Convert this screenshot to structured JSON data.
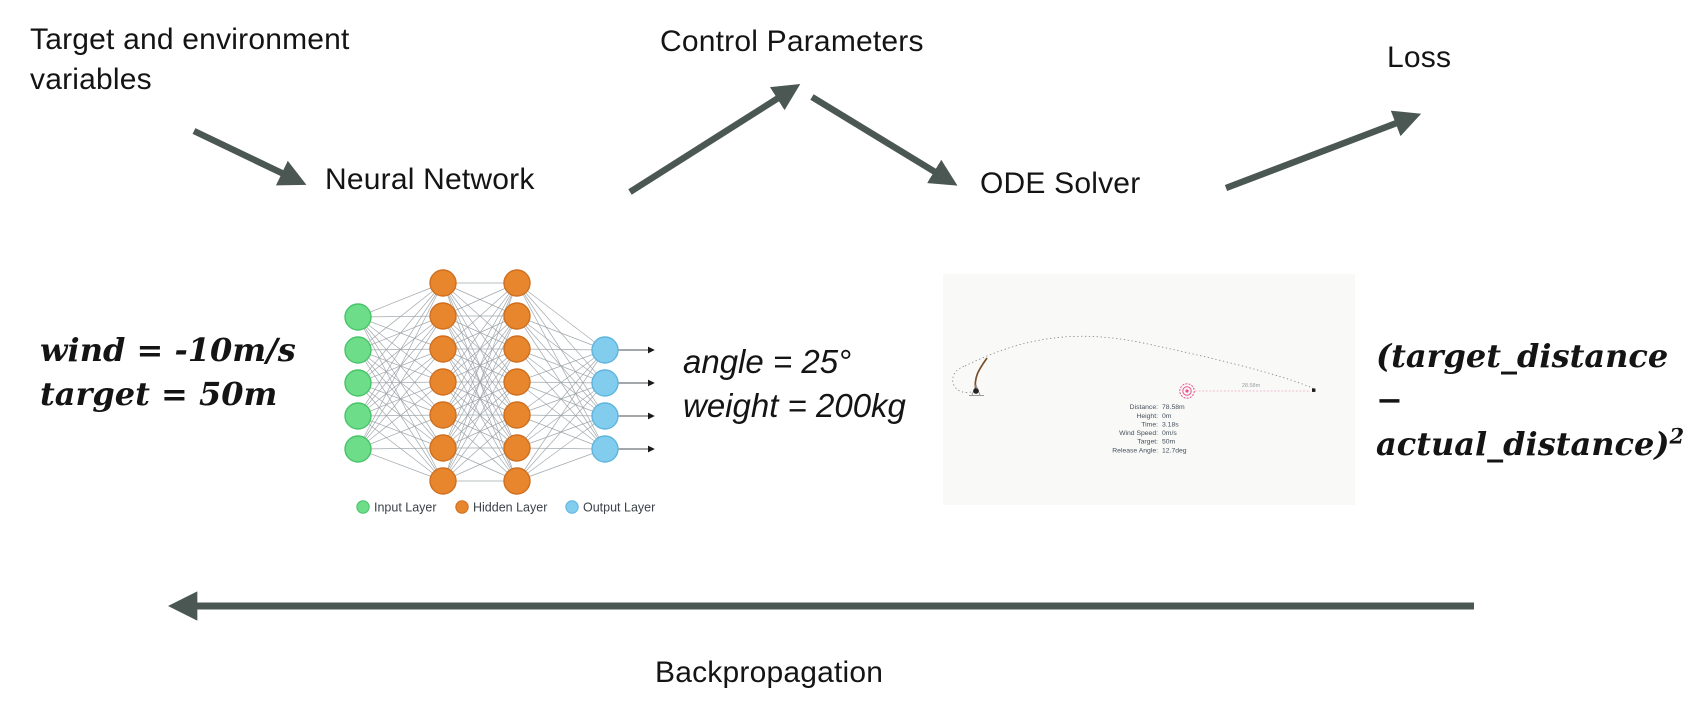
{
  "pipeline": {
    "input_label": "Target and environment\nvariables",
    "nn_label": "Neural Network",
    "control_label": "Control Parameters",
    "ode_label": "ODE Solver",
    "loss_label": "Loss",
    "backprop_label": "Backpropagation"
  },
  "annotations": {
    "nn_input": "wind = -10m/s\ntarget = 50m",
    "nn_output": "angle = 25°\nweight = 200kg",
    "loss_line1": "(target_distance −",
    "loss_line2": "actual_distance)",
    "loss_exponent": "2"
  },
  "neural_network": {
    "layers": {
      "input": 5,
      "hidden1": 7,
      "hidden2": 7,
      "output": 4
    },
    "legend": [
      {
        "label": "Input Layer"
      },
      {
        "label": "Hidden Layer"
      },
      {
        "label": "Output Layer"
      }
    ]
  },
  "ode_sim": {
    "stats": [
      {
        "label": "Distance:",
        "value": "78.58m"
      },
      {
        "label": "Height:",
        "value": "0m"
      },
      {
        "label": "Time:",
        "value": "3.18s"
      },
      {
        "label": "Wind Speed:",
        "value": "0m/s"
      },
      {
        "label": "Target:",
        "value": "50m"
      },
      {
        "label": "Release Angle:",
        "value": "12.7deg"
      }
    ],
    "error_distance_label": "28.58m"
  },
  "colors": {
    "arrow": "#4b5753",
    "text": "#141414",
    "node_input_fill": "#6ddd8a",
    "node_input_stroke": "#46c468",
    "node_hidden_fill": "#e8862d",
    "node_hidden_stroke": "#cf6f1f",
    "node_output_fill": "#82cdee",
    "node_output_stroke": "#5fb4dd",
    "edge": "#98a0a5",
    "target_marker": "#e8538c",
    "sim_background": "#f9f9f8"
  }
}
